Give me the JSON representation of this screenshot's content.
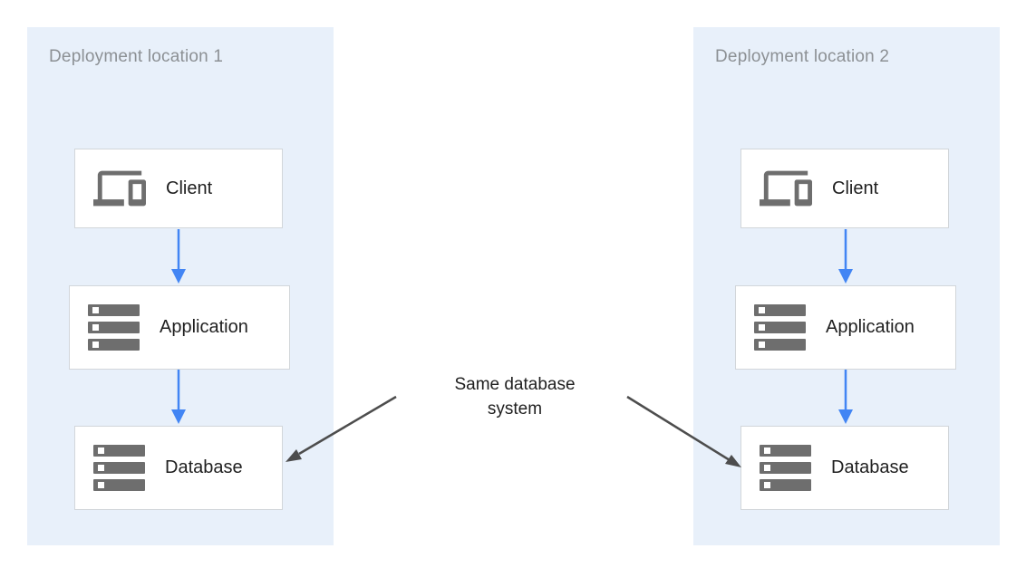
{
  "diagram": {
    "zones": [
      {
        "title": "Deployment location 1",
        "nodes": [
          {
            "label": "Client",
            "icon": "devices-icon"
          },
          {
            "label": "Application",
            "icon": "server-stack-icon"
          },
          {
            "label": "Database",
            "icon": "server-stack-icon"
          }
        ]
      },
      {
        "title": "Deployment location 2",
        "nodes": [
          {
            "label": "Client",
            "icon": "devices-icon"
          },
          {
            "label": "Application",
            "icon": "server-stack-icon"
          },
          {
            "label": "Database",
            "icon": "server-stack-icon"
          }
        ]
      }
    ],
    "annotation": {
      "label": "Same database system"
    },
    "colors": {
      "zone_bg": "#E8F0FA",
      "node_border": "#D2D6DA",
      "flow_arrow": "#4285F4",
      "annotation_arrow": "#4D4D4D",
      "icon_gray": "#6E6E6E",
      "title_gray": "#8C9094",
      "label_text": "#1F1F1F"
    }
  }
}
